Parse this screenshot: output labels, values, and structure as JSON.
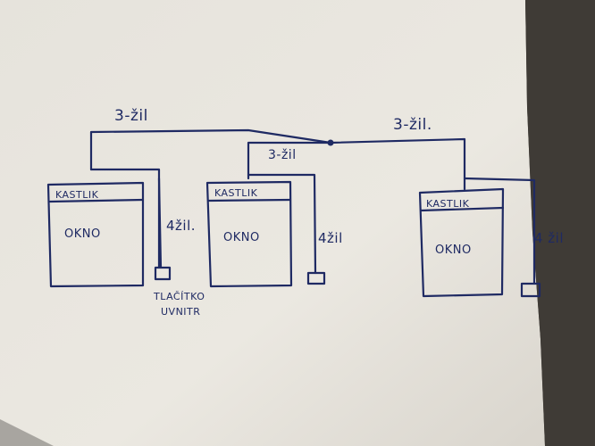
{
  "diagram": {
    "top_labels": {
      "left": "3-žil",
      "middle": "3-žil",
      "right": "3-žil."
    },
    "units": [
      {
        "header": "KASTLIK",
        "body": "OKNO",
        "cable": "4žil."
      },
      {
        "header": "KASTLIK",
        "body": "OKNO",
        "cable": "4žil"
      },
      {
        "header": "KASTLIK",
        "body": "OKNO",
        "cable": "4 žil"
      }
    ],
    "button_note": {
      "line1": "TLAČÍTKO",
      "line2": "UVNITR"
    },
    "colors": {
      "ink": "#1f2a63",
      "paper": "#ebe8e1"
    }
  }
}
